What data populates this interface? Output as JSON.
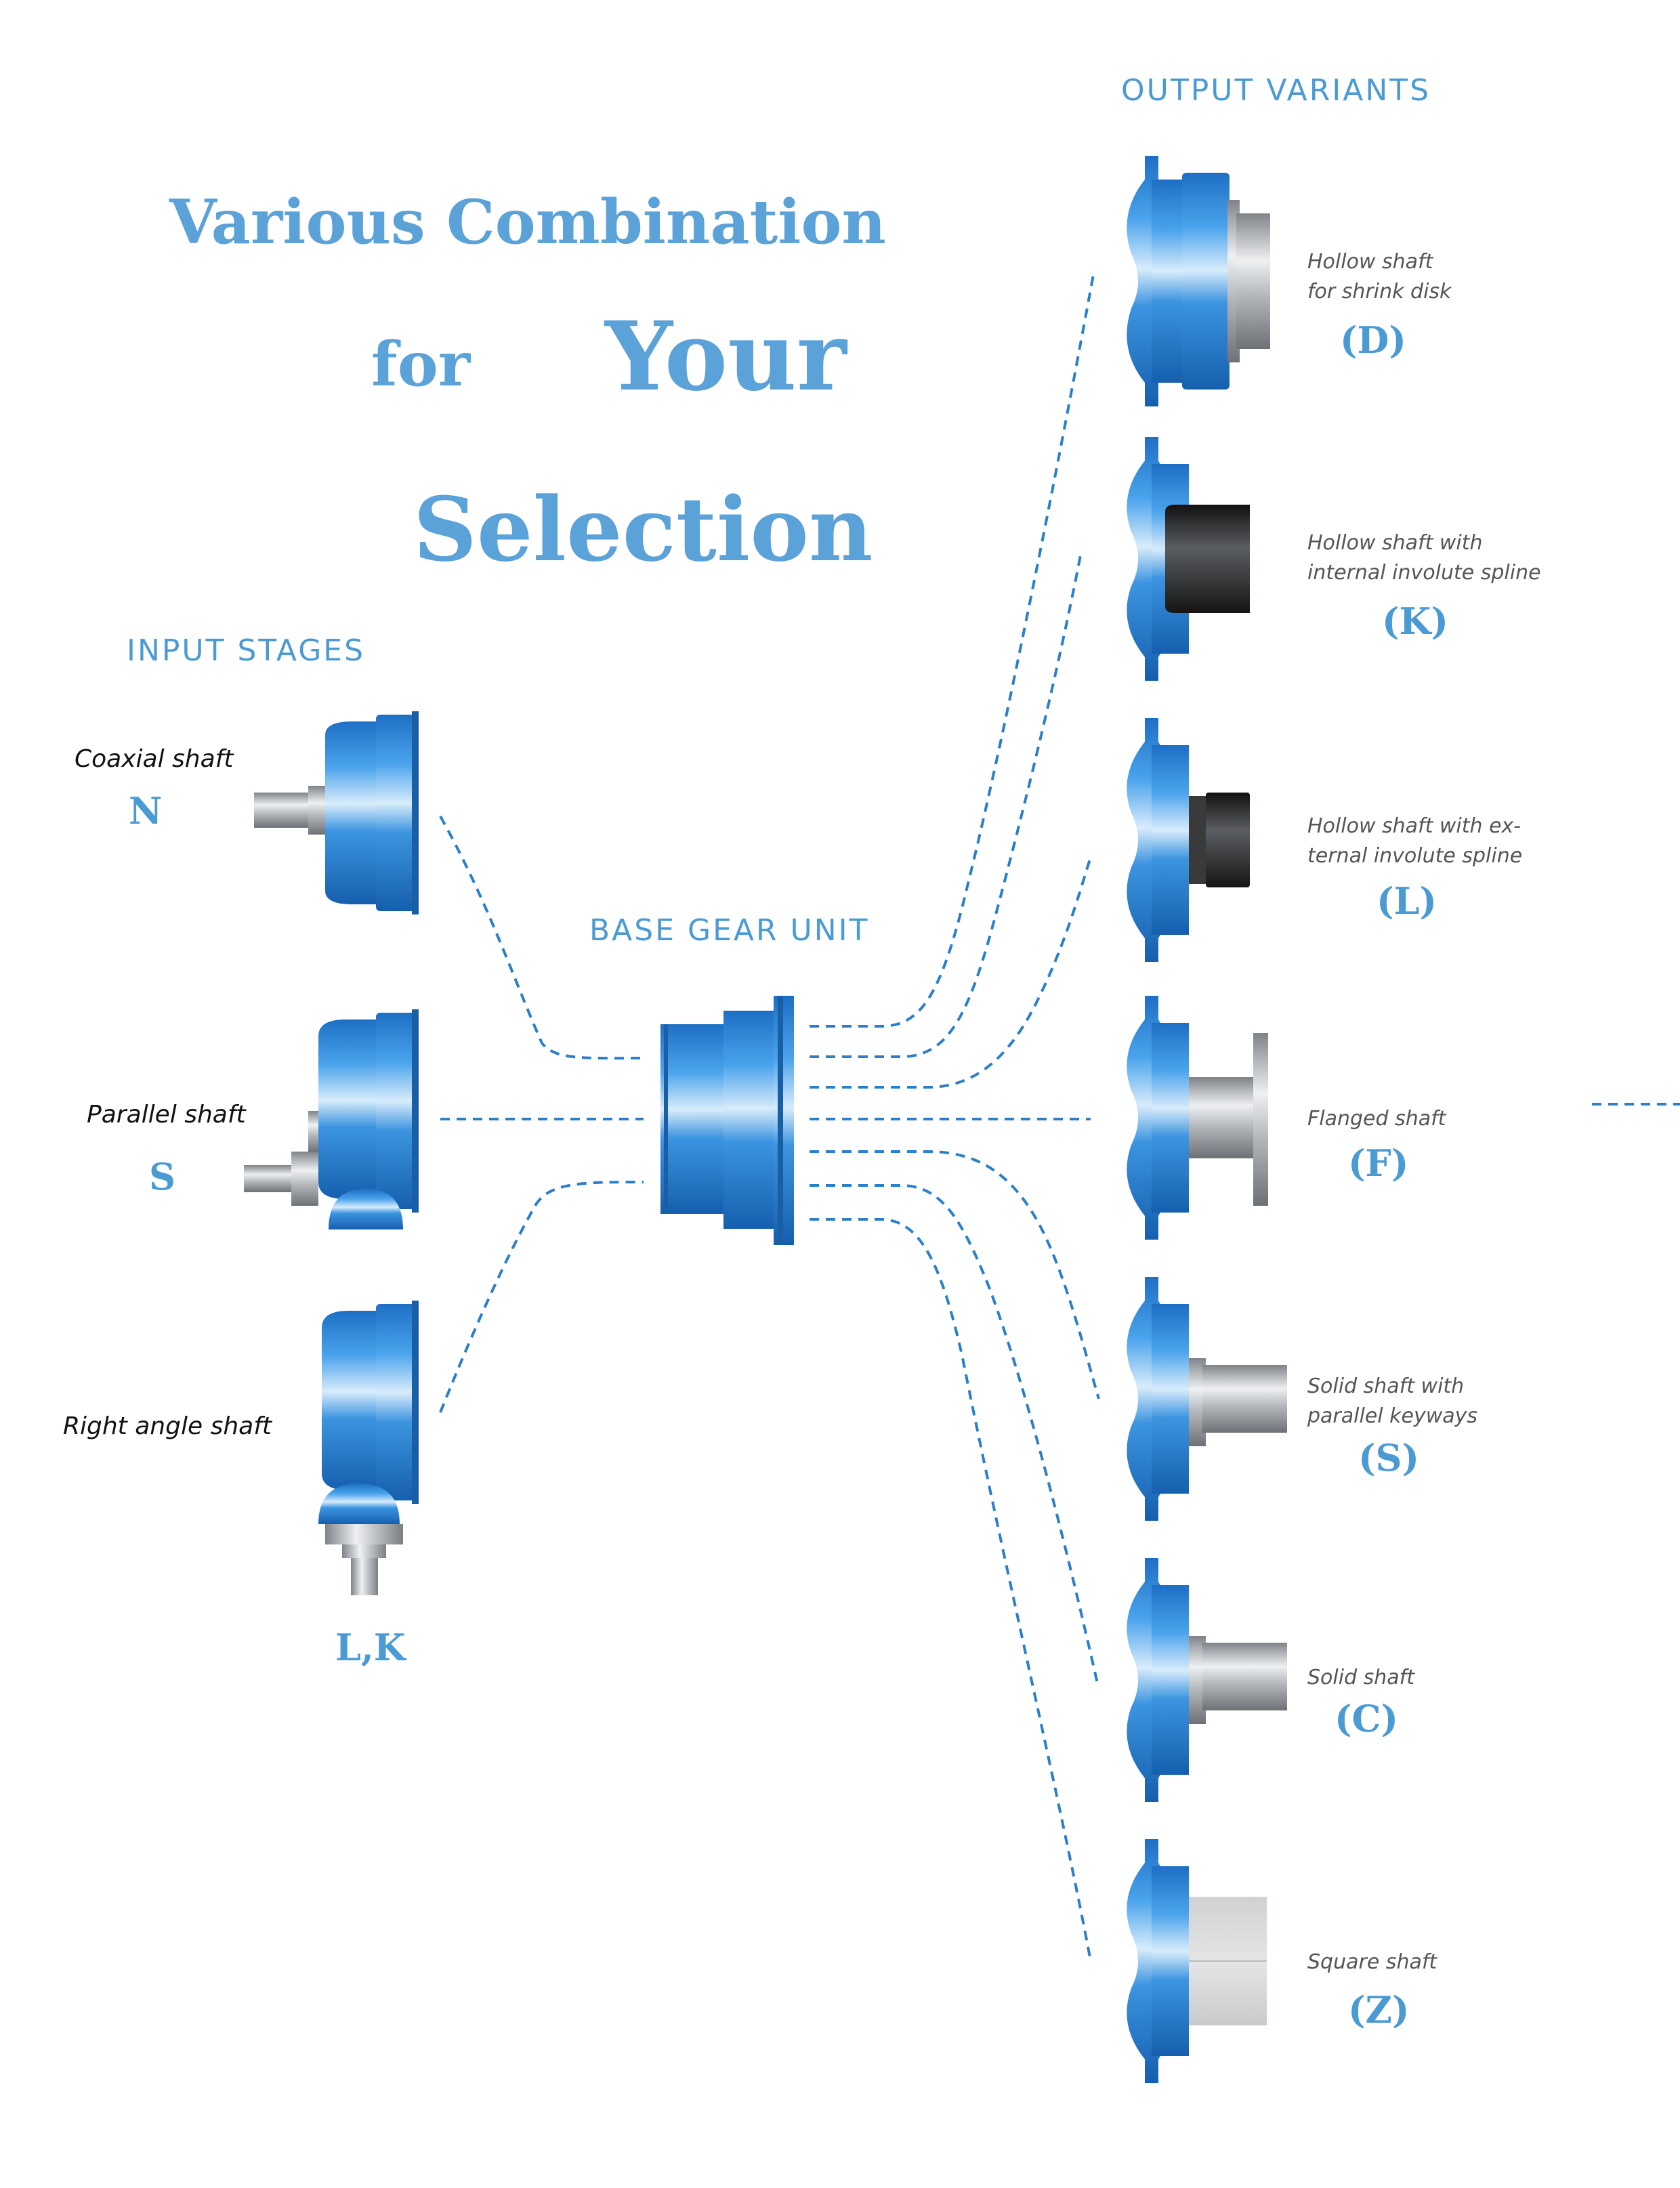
{
  "title": {
    "line1": "Various Combination",
    "line2a": "for",
    "line2b": "Your",
    "line3": "Selection"
  },
  "headings": {
    "input": "INPUT STAGES",
    "base": "BASE GEAR UNIT",
    "output": "OUTPUT VARIANTS"
  },
  "inputs": [
    {
      "label": "Coaxial shaft",
      "code": "N"
    },
    {
      "label": "Parallel shaft",
      "code": "S"
    },
    {
      "label": "Right angle shaft",
      "code": "L,K"
    }
  ],
  "outputs": [
    {
      "line1": "Hollow shaft",
      "line2": "for shrink disk",
      "code": "(D)"
    },
    {
      "line1": "Hollow shaft with",
      "line2": "internal involute spline",
      "code": "(K)"
    },
    {
      "line1": "Hollow shaft with ex-",
      "line2": "ternal involute spline",
      "code": "(L)"
    },
    {
      "line1": "Flanged shaft",
      "line2": "",
      "code": "(F)"
    },
    {
      "line1": "Solid shaft with",
      "line2": "parallel keyways",
      "code": "(S)"
    },
    {
      "line1": "Solid shaft",
      "line2": "",
      "code": "(C)"
    },
    {
      "line1": "Square shaft",
      "line2": "",
      "code": "(Z)"
    }
  ],
  "colors": {
    "accent": "#4a9ad4",
    "title": "#5ba2d8",
    "body_blue": "#2f86d6",
    "steel": "#b9bcc0",
    "dark_spline": "#2a2a2a"
  }
}
